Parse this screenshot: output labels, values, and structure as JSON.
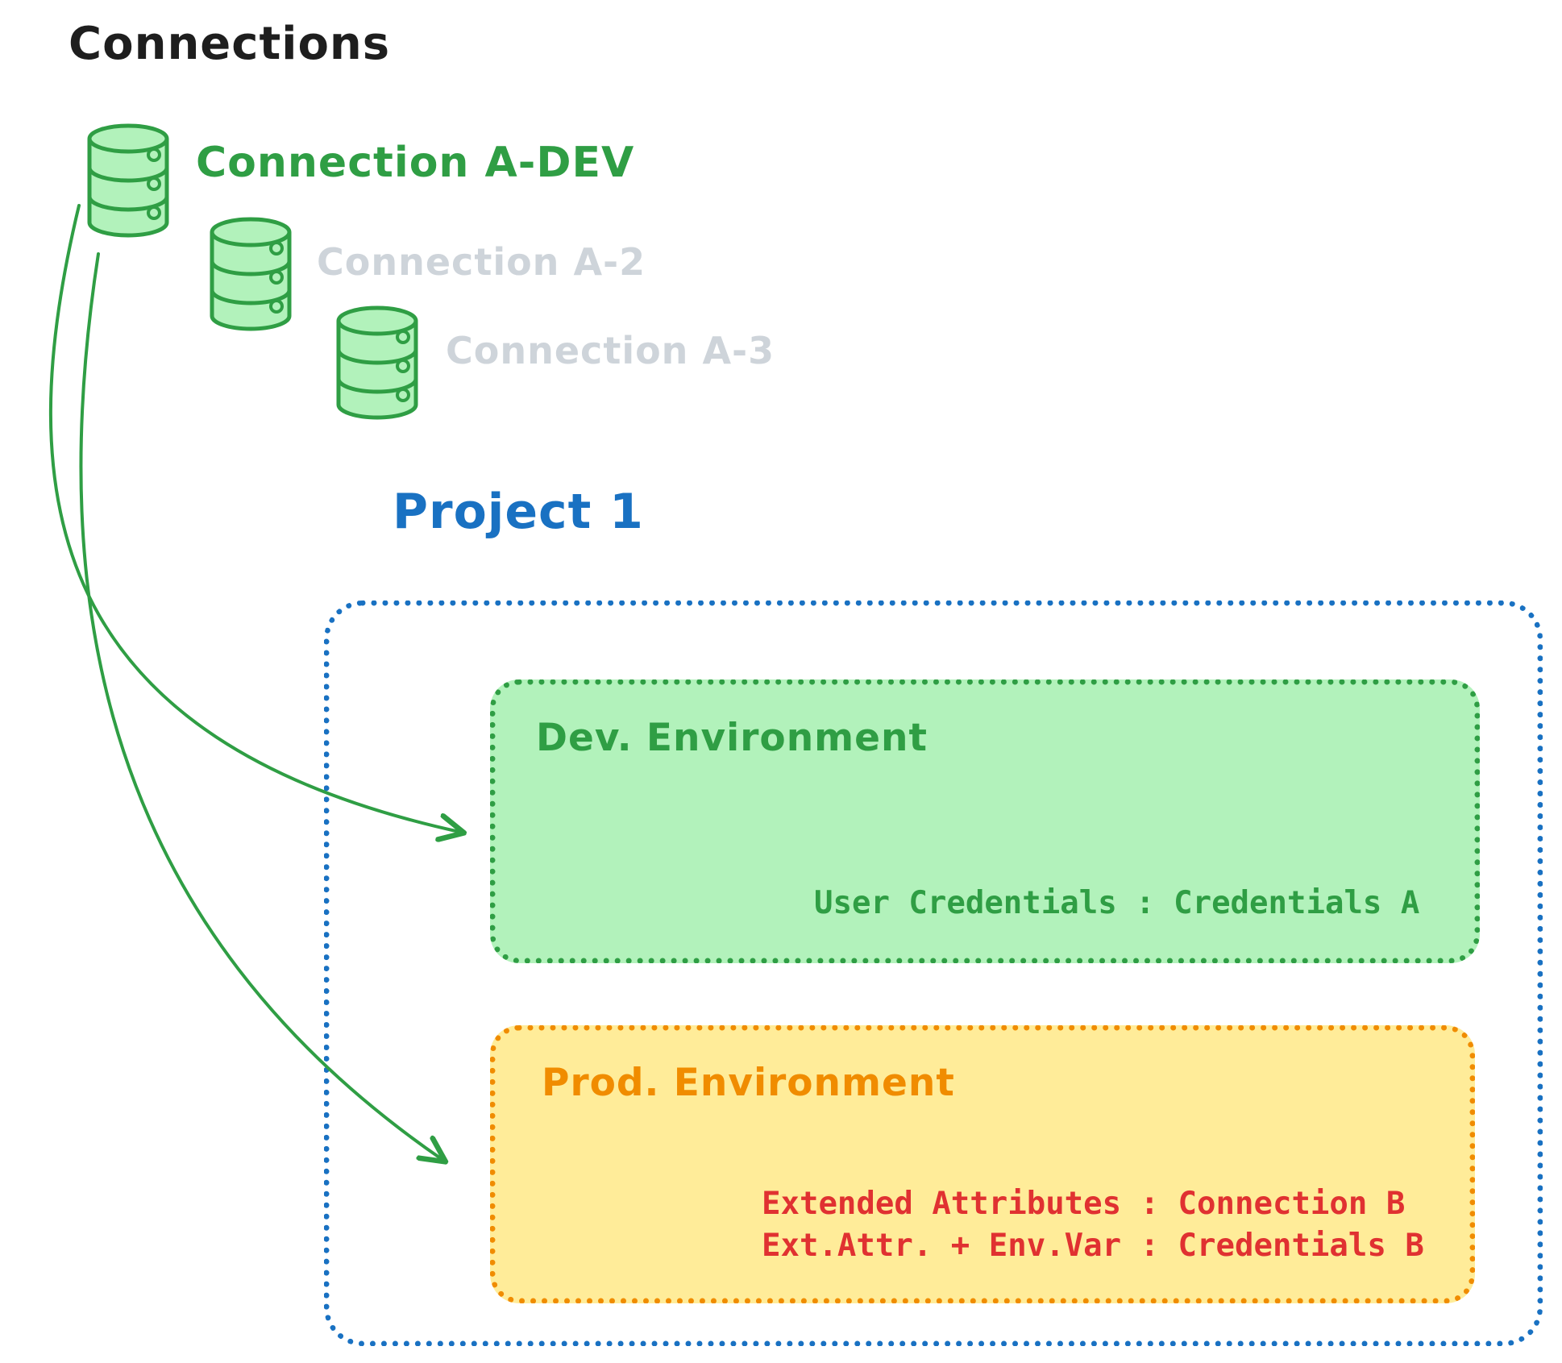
{
  "title": "Connections",
  "connections": [
    {
      "label": "Connection A-DEV",
      "color": "#2f9e44",
      "state": "active"
    },
    {
      "label": "Connection A-2",
      "color": "#ced4da",
      "state": "inactive"
    },
    {
      "label": "Connection A-3",
      "color": "#ced4da",
      "state": "inactive"
    }
  ],
  "project": {
    "title": "Project 1",
    "environments": {
      "dev": {
        "title": "Dev. Environment",
        "detail": "User Credentials : Credentials A"
      },
      "prod": {
        "title": "Prod. Environment",
        "detail_lines": [
          "Extended Attributes : Connection B",
          "Ext.Attr. + Env.Var : Credentials B"
        ]
      }
    }
  },
  "icons": [
    {
      "name": "database-icon",
      "count": 3
    }
  ],
  "colors": {
    "title_text": "#1e1e1e",
    "green_stroke": "#2f9e44",
    "green_fill": "#b2f2bb",
    "inactive_label": "#ced4da",
    "project_blue": "#1971c2",
    "orange_stroke": "#f08c00",
    "orange_fill": "#ffec99",
    "prod_detail_red": "#e03131",
    "background": "#ffffff"
  }
}
